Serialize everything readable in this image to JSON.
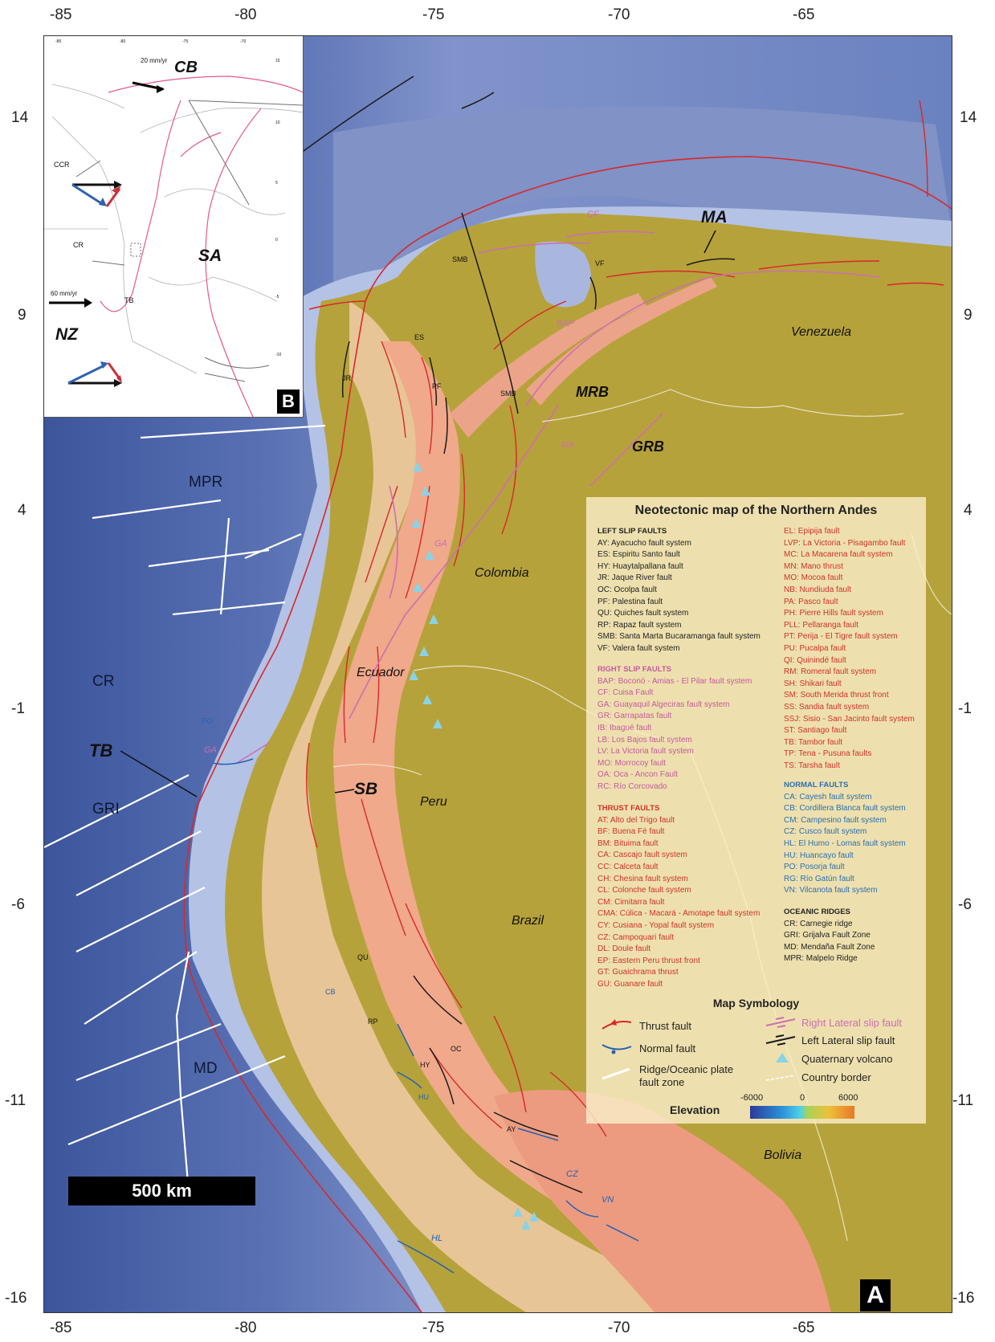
{
  "axes": {
    "top_lon": [
      "-85",
      "-80",
      "-75",
      "-70",
      "-65"
    ],
    "bottom_lon": [
      "-85",
      "-80",
      "-75",
      "-70",
      "-65"
    ],
    "left_lat": [
      "14",
      "9",
      "4",
      "-1",
      "-6",
      "-11",
      "-16"
    ],
    "right_lat": [
      "14",
      "9",
      "4",
      "-1",
      "-6",
      "-11",
      "-16"
    ]
  },
  "countries": {
    "venezuela": "Venezuela",
    "colombia": "Colombia",
    "ecuador": "Ecuador",
    "peru": "Peru",
    "brazil": "Brazil",
    "bolivia": "Bolivia"
  },
  "ocean_features": {
    "mpr": "MPR",
    "cr": "CR",
    "gri": "GRI",
    "md": "MD"
  },
  "tectonic_labels": {
    "tb": "TB",
    "sb": "SB",
    "ma": "MA",
    "mrb": "MRB",
    "grb": "GRB"
  },
  "fault_tags": {
    "smb_north": "SMB",
    "smb_south": "SMB",
    "es": "ES",
    "pf": "PF",
    "vf": "VF",
    "jr": "JR",
    "bap": "BAP",
    "ga_map": "GA",
    "ga_south": "GA",
    "fo": "FO",
    "ga_gulf": "GA",
    "qu": "QU",
    "cb": "CB",
    "rp": "RP",
    "hy": "HY",
    "oc": "OC",
    "hu": "HU",
    "cz": "CZ",
    "vn": "VN",
    "hl": "HL",
    "ay": "AY",
    "cf": "CF"
  },
  "inset": {
    "badge": "B",
    "cb_label": "CB",
    "sa_label": "SA",
    "nz_label": "NZ",
    "ccr_label": "CCR",
    "cr_label": "CR",
    "tb_label": "TB",
    "rate_top": "20 mm/yr",
    "rate_left": "60 mm/yr",
    "lon_ticks": [
      "-85",
      "-80",
      "-75",
      "-70"
    ],
    "lat_ticks": [
      "15",
      "10",
      "5",
      "0",
      "-5",
      "-10"
    ]
  },
  "main_badge": "A",
  "scalebar": "500 km",
  "legend": {
    "title": "Neotectonic map of the Northern Andes",
    "left_slip": {
      "heading": "LEFT SLIP FAULTS",
      "items": [
        "AY: Ayacucho fault system",
        "ES: Espiritu Santo fault",
        "HY: Huaytalpallana fault",
        "JR: Jaque River fault",
        "OC: Ocolpa fault",
        "PF: Palestina fault",
        "QU: Quiches fault system",
        "RP: Rapaz fault system",
        "SMB: Santa Marta Bucaramanga fault system",
        "VF: Valera fault system"
      ]
    },
    "right_slip": {
      "heading": "RIGHT SLIP FAULTS",
      "items": [
        "BAP: Boconó - Amias - El Pilar fault system",
        "CF: Cuisa Fault",
        "GA: Guayaquil Algeciras fault system",
        "GR: Garrapatas fault",
        "IB: Ibagué fault",
        "LB: Los Bajos fault system",
        "LV: La Victoria fault system",
        "MO: Morrocoy fault",
        "OA: Oca - Ancon Fault",
        "RC: Río Corcovado"
      ]
    },
    "thrust": {
      "heading": "THRUST FAULTS",
      "items": [
        "AT: Alto del Trigo fault",
        "BF: Buena Fé fault",
        "BM: Bituima fault",
        "CA: Cascajo fault system",
        "CC: Calceta fault",
        "CH: Chesina fault system",
        "CL: Colonche fault system",
        "CM: Cimitarra fault",
        "CMA: Cúlica - Macará - Amotape fault system",
        "CY: Cusiana - Yopal fault system",
        "CZ: Campoquari fault",
        "DL: Doule fault",
        "EP: Eastern Peru thrust front",
        "GT: Guaichrama thrust",
        "GU: Guanare fault"
      ]
    },
    "thrust2": {
      "items": [
        "EL: Epipija fault",
        "LVP: La Victoria - Pisagambo fault",
        "MC: La Macarena fault system",
        "MN: Mano thrust",
        "MO: Mocoa fault",
        "NB: Nundiuda fault",
        "PA: Pasco fault",
        "PH: Pierre Hills fault system",
        "PLL: Pellaranga fault",
        "PT: Perija - El Tigre fault system",
        "PU: Pucalpa fault",
        "QI: Quinindé fault",
        "RM: Romeral fault system",
        "SH: Shikari fault",
        "SM: South Merida thrust front",
        "SS: Sandia fault system",
        "SSJ: Sisio - San Jacinto fault system",
        "ST: Santiago fault",
        "TB: Tambor fault",
        "TP: Tena - Pusuna faults",
        "TS: Tarsha fault"
      ]
    },
    "normal": {
      "heading": "NORMAL FAULTS",
      "items": [
        "CA: Cayesh fault system",
        "CB: Cordillera Blanca fault system",
        "CM: Campesino fault system",
        "CZ: Cusco fault system",
        "HL: El Humo - Lomas fault system",
        "HU: Huancayo fault",
        "PO: Posorja fault",
        "RG: Río Gatún fault",
        "VN: Vilcanota fault system"
      ]
    },
    "oceanic": {
      "heading": "OCEANIC RIDGES",
      "items": [
        "CR: Carnegie ridge",
        "GRI: Grijalva Fault Zone",
        "MD: Mendaña Fault Zone",
        "MPR: Malpelo Ridge"
      ]
    },
    "symbology": {
      "title": "Map Symbology",
      "thrust": "Thrust fault",
      "normal": "Normal fault",
      "ridge": "Ridge/Oceanic plate fault zone",
      "right_lateral": "Right Lateral slip fault",
      "left_lateral": "Left Lateral slip fault",
      "volcano": "Quaternary volcano",
      "border": "Country border",
      "elevation": "Elevation",
      "elev_min": "-6000",
      "elev_mid": "0",
      "elev_max": "6000"
    }
  },
  "colors": {
    "ocean_deep": "#4a62a6",
    "ocean_mid": "#7b8fc7",
    "ocean_shelf": "#b9c6e6",
    "land_low": "#b9a53a",
    "andes_low": "#f2c49a",
    "andes_high": "#e98c72",
    "thrust": "#d8282a",
    "right_slip": "#cc6fb0",
    "normal": "#2462b3",
    "volcano": "#8ad3e6"
  }
}
